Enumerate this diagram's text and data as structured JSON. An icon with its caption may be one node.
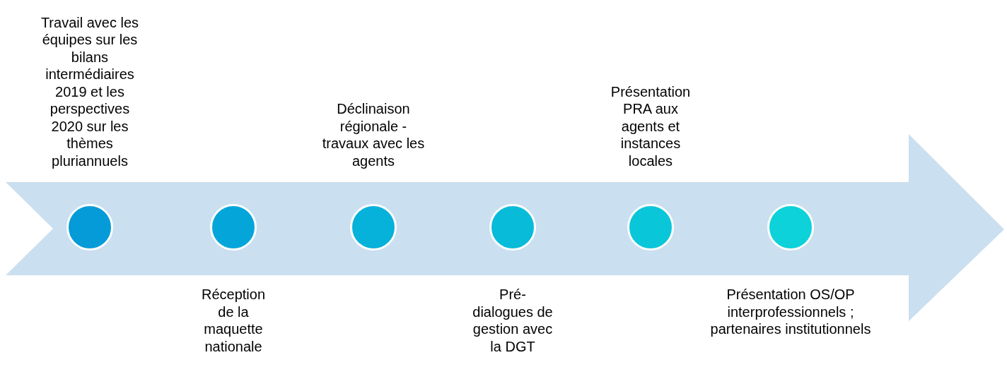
{
  "diagram": {
    "nodes": [
      {
        "text": [],
        "shape": "arrow"
      },
      {
        "text": [],
        "shape": "circle",
        "in": 0,
        "beside": [
          "Travail avec les équipes sur les bilans intermédiaires 2019 et les perspectives 2020 sur les thèmes pluriannuels"
        ]
      },
      {
        "text": [],
        "shape": "circle",
        "in": 0,
        "beside": [
          "Réception de la maquette nationale"
        ]
      },
      {
        "text": [],
        "shape": "circle",
        "in": 0,
        "beside": [
          "Déclinaison régionale - travaux avec les agents"
        ]
      },
      {
        "text": [],
        "shape": "circle",
        "in": 0,
        "beside": [
          "Pré-dialogues de gestion avec la DGT"
        ]
      },
      {
        "text": [],
        "shape": "circle",
        "in": 0,
        "beside": [
          "Présentation PRA aux agents et instances locales"
        ]
      },
      {
        "text": [],
        "shape": "circle",
        "in": 0,
        "beside": [
          "Présentation OS/OP interprofessionnels ; partenaires institutionnels"
        ]
      }
    ]
  }
}
